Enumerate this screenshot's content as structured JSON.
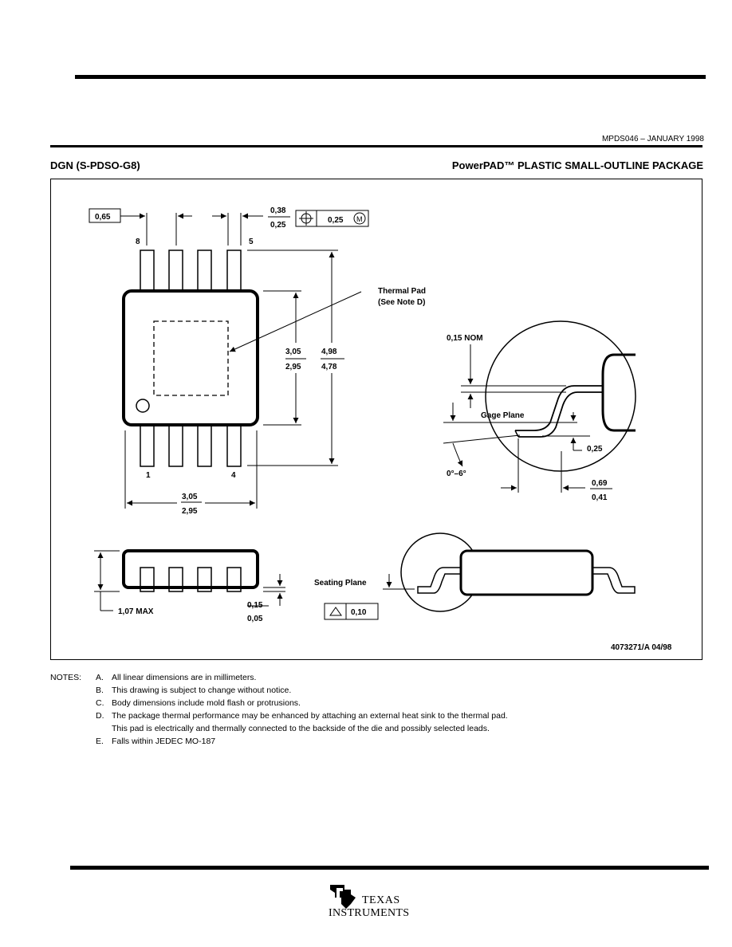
{
  "header": {
    "doc_id": "MPDS046 – JANUARY 1998",
    "package_code": "DGN (S-PDSO-G8)",
    "package_title": "PowerPAD™ PLASTIC SMALL-OUTLINE PACKAGE"
  },
  "drawing": {
    "pitch": "0,65",
    "lead_width_max": "0,38",
    "lead_width_min": "0,25",
    "position_tolerance": "0,25",
    "position_modifier": "M",
    "pin_8": "8",
    "pin_5": "5",
    "pin_1": "1",
    "pin_4": "4",
    "thermal_pad_line1": "Thermal Pad",
    "thermal_pad_line2": "(See Note D)",
    "body_length_max": "3,05",
    "body_length_min": "2,95",
    "overall_width_max": "4,98",
    "overall_width_min": "4,78",
    "body_width_max": "3,05",
    "body_width_min": "2,95",
    "lead_thickness_nom": "0,15 NOM",
    "gage_plane": "Gage Plane",
    "gage_dim": "0,25",
    "lead_angle": "0°–6°",
    "foot_length_max": "0,69",
    "foot_length_min": "0,41",
    "height_max": "1,07 MAX",
    "standoff_max": "0,15",
    "standoff_min": "0,05",
    "seating_plane": "Seating Plane",
    "coplanarity": "0,10",
    "drawing_number": "4073271/A 04/98"
  },
  "notes": {
    "heading": "NOTES:",
    "items": [
      {
        "letter": "A.",
        "text": "All linear dimensions are in millimeters."
      },
      {
        "letter": "B.",
        "text": "This drawing is subject to change without notice."
      },
      {
        "letter": "C.",
        "text": "Body dimensions include mold flash or protrusions."
      },
      {
        "letter": "D.",
        "text": "The package thermal performance may be enhanced by attaching an external heat sink to the thermal pad."
      },
      {
        "letter": "",
        "text": "This pad is electrically and thermally connected to the backside of the die and possibly selected leads."
      },
      {
        "letter": "E.",
        "text": "Falls within JEDEC MO-187"
      }
    ]
  },
  "footer": {
    "logo_line1": "Texas",
    "logo_line2": "Instruments",
    "logo_icon": "ti-logo-icon"
  }
}
